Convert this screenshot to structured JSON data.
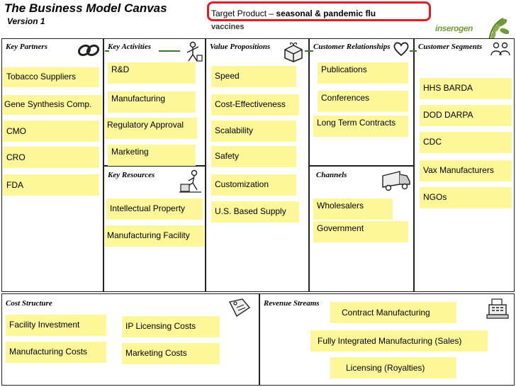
{
  "header": {
    "title": "The Business Model Canvas",
    "version": "Version 1",
    "target_prefix": "Target Product – ",
    "target_bold": "seasonal & pandemic flu",
    "target_cont": "vaccines",
    "logo_text": "inserogen"
  },
  "panels": {
    "key_partners": "Key Partners",
    "key_activities": "Key Activities",
    "value_propositions": "Value Propositions",
    "customer_relationships": "Customer Relationships",
    "customer_segments": "Customer Segments",
    "key_resources": "Key Resources",
    "channels": "Channels",
    "cost_structure": "Cost Structure",
    "revenue_streams": "Revenue Streams"
  },
  "notes": {
    "key_partners": [
      "Tobacco Suppliers",
      "Gene Synthesis Comp.",
      "CMO",
      "CRO",
      "FDA"
    ],
    "key_activities": [
      "R&D",
      "Manufacturing",
      "Regulatory Approval",
      "Marketing"
    ],
    "key_resources": [
      "Intellectual Property",
      "Manufacturing Facility"
    ],
    "value_propositions": [
      "Speed",
      "Cost-Effectiveness",
      "Scalability",
      "Safety",
      "Customization",
      "U.S. Based Supply"
    ],
    "customer_relationships": [
      "Publications",
      "Conferences",
      "Long Term Contracts"
    ],
    "channels": [
      "Wholesalers",
      "Government"
    ],
    "customer_segments": [
      "HHS BARDA",
      "DOD DARPA",
      "CDC",
      "Vax Manufacturers",
      "NGOs"
    ],
    "cost_structure": [
      "Facility Investment",
      "IP Licensing Costs",
      "Manufacturing Costs",
      "Marketing Costs"
    ],
    "revenue_streams": [
      "Contract Manufacturing",
      "Fully Integrated Manufacturing (Sales)",
      "Licensing (Royalties)"
    ]
  },
  "colors": {
    "note": "#fdf79a",
    "highlight": "#e41b23",
    "connector": "#3c7a2a",
    "logo": "#7a9a3a"
  },
  "icons": [
    "chain-link-icon",
    "worker-icon",
    "gift-icon",
    "heart-icon",
    "people-icon",
    "factory-worker-icon",
    "truck-icon",
    "price-tag-icon",
    "cash-register-icon",
    "leaf-icon"
  ]
}
